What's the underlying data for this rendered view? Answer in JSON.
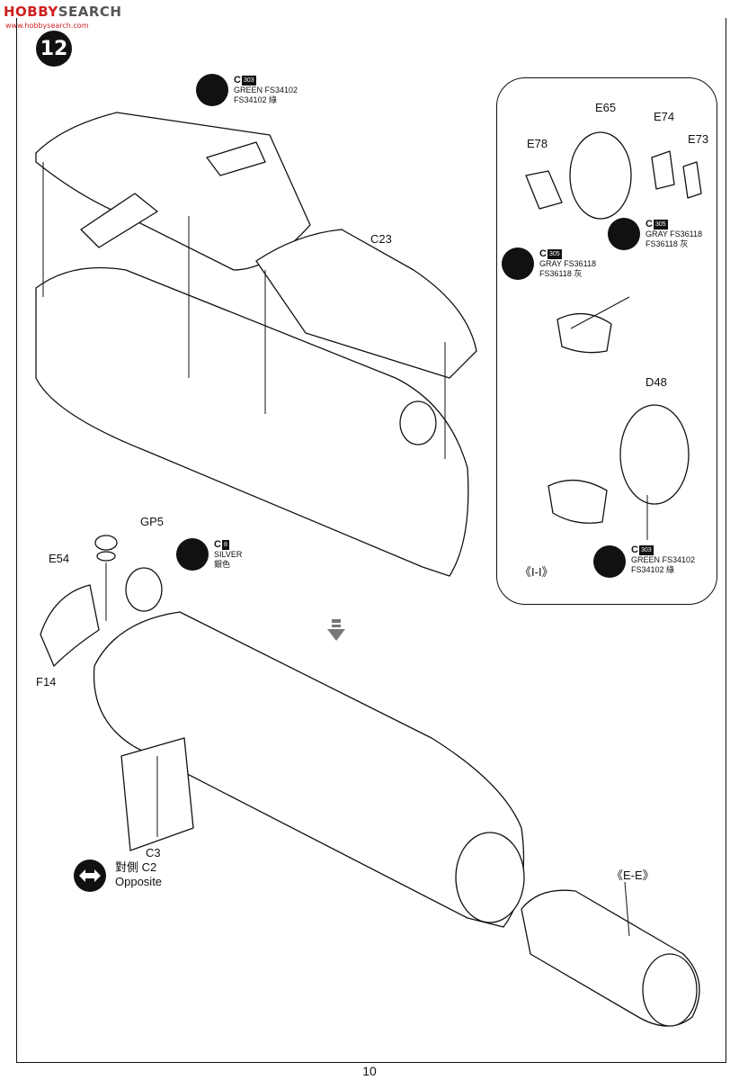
{
  "watermark": {
    "brand_part1": "HOBBY",
    "brand_part2": "SEARCH",
    "site": "www.hobbysearch.com"
  },
  "step_number": "12",
  "page_number": "10",
  "part_labels": {
    "c23": "C23",
    "gp5": "GP5",
    "e54": "E54",
    "f14": "F14",
    "c3": "C3",
    "e65": "E65",
    "e74": "E74",
    "e78": "E78",
    "e73": "E73",
    "d48": "D48"
  },
  "section_labels": {
    "ii": "《I-I》",
    "ee": "《E-E》"
  },
  "paint_callouts": [
    {
      "id": "top_green",
      "code": "C",
      "num": "303",
      "line1": "GREEN FS34102",
      "line2": "FS34102 綠"
    },
    {
      "id": "inset_gray_right",
      "code": "C",
      "num": "305",
      "line1": "GRAY FS36118",
      "line2": "FS36118 灰"
    },
    {
      "id": "inset_gray_left",
      "code": "C",
      "num": "305",
      "line1": "GRAY FS36118",
      "line2": "FS36118 灰"
    },
    {
      "id": "inset_green",
      "code": "C",
      "num": "303",
      "line1": "GREEN FS34102",
      "line2": "FS34102 綠"
    },
    {
      "id": "silver",
      "code": "C",
      "num": "8",
      "line1": "SILVER",
      "line2": "銀色"
    }
  ],
  "opposite_note": {
    "line1": "對側 C2",
    "line2": "Opposite"
  },
  "icons": [
    "paint-brush-icon",
    "double-arrow-icon",
    "down-arrow-icon"
  ]
}
